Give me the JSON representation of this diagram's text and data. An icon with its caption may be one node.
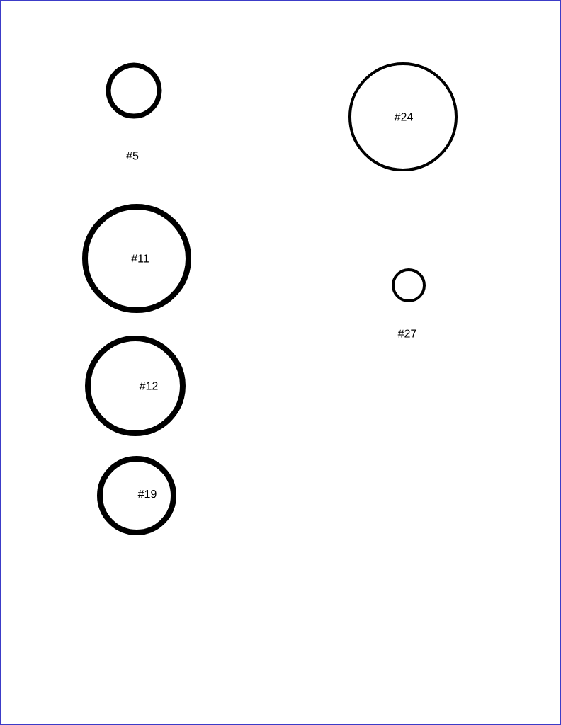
{
  "diagram": {
    "nodes": [
      {
        "text": [],
        "shape": "circle",
        "beside": [
          "#5"
        ]
      },
      {
        "text": [
          "#24"
        ]
      },
      {
        "text": [
          "#11"
        ]
      },
      {
        "text": [],
        "shape": "circle",
        "beside": [
          "#27"
        ]
      },
      {
        "text": [
          "#12"
        ]
      },
      {
        "text": [
          "#19"
        ]
      }
    ]
  }
}
